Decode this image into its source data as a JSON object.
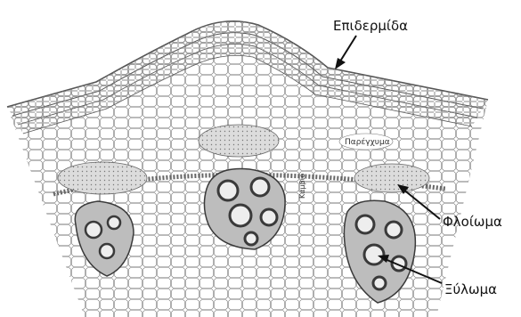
{
  "labels": {
    "epidermis": "Επιδερμίδα",
    "phloem": "Φλοίωμα",
    "xylem": "Ξύλωμα",
    "parenchyma": "Παρέγχυμα",
    "cambium": "Κάμβιο"
  },
  "colors": {
    "outline": "#555555",
    "xylem_wall": "#3a3a3a",
    "phloem_fill": "#d9d9d9",
    "background": "#ffffff",
    "arrow": "#111111"
  }
}
